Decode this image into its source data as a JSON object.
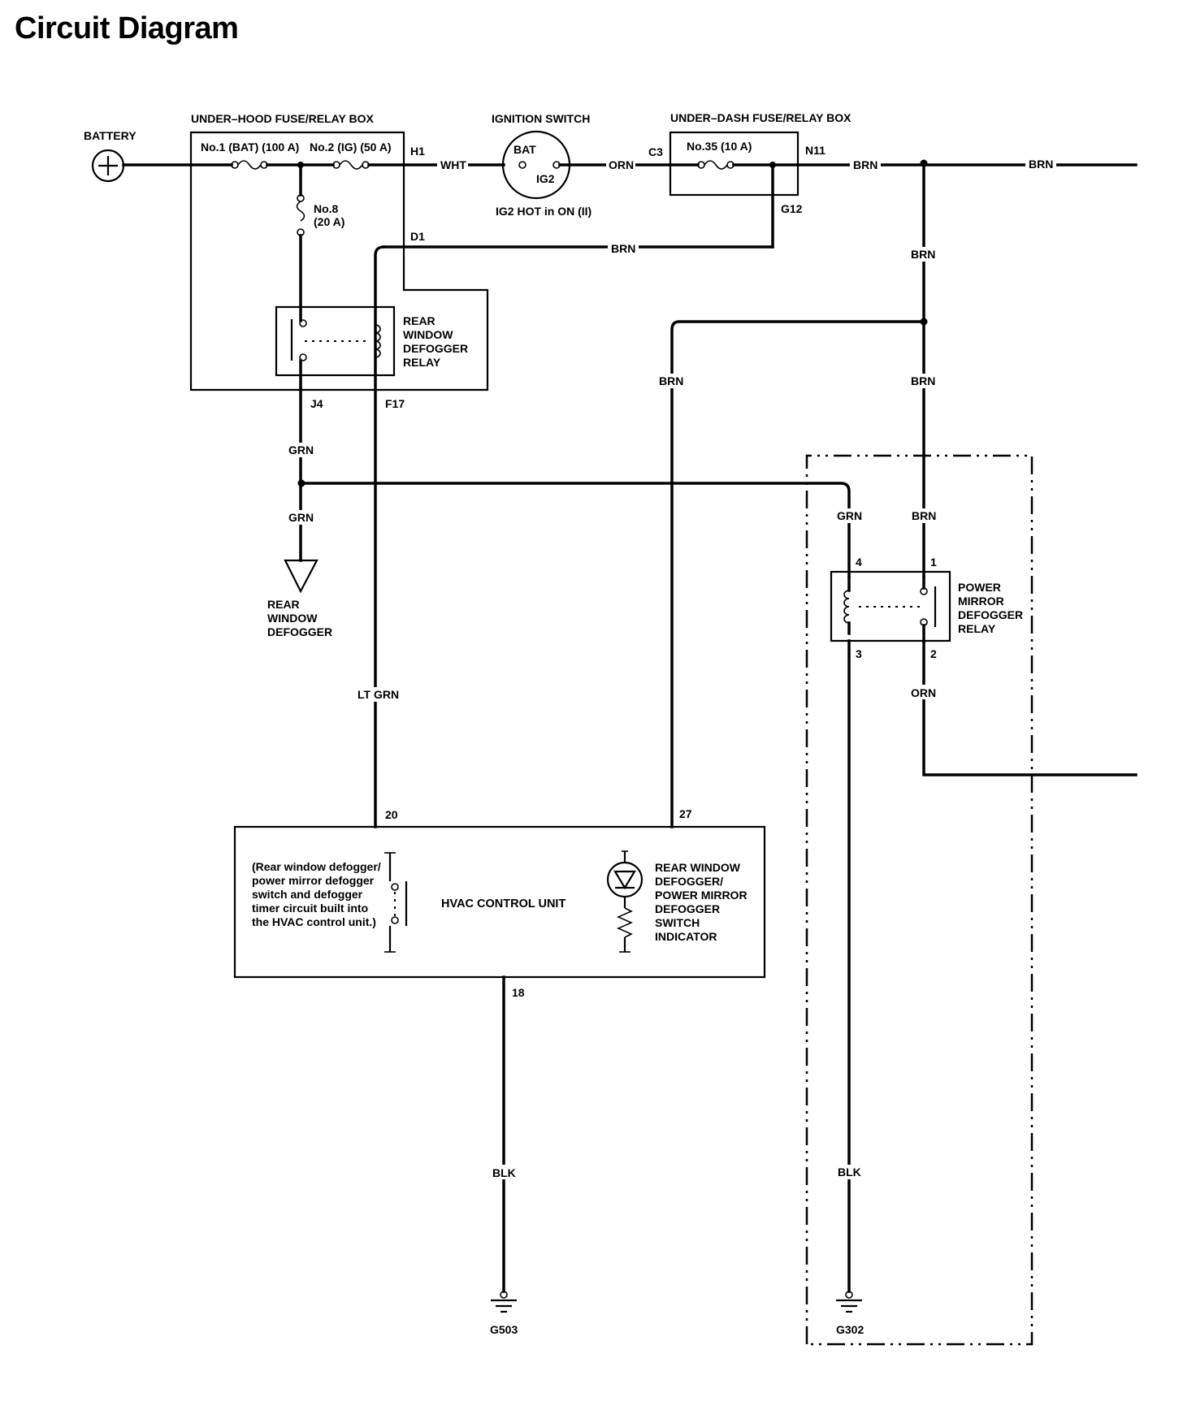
{
  "page": {
    "title": "Circuit Diagram"
  },
  "battery": {
    "label": "BATTERY"
  },
  "underhood": {
    "title": "UNDER–HOOD FUSE/RELAY BOX",
    "fuse1": "No.1 (BAT) (100 A)",
    "fuse2": "No.2 (IG) (50 A)",
    "fuse8_line1": "No.8",
    "fuse8_line2": "(20 A)",
    "term_h1": "H1",
    "term_d1": "D1",
    "term_j4": "J4",
    "term_f17": "F17"
  },
  "ignition": {
    "title": "IGNITION SWITCH",
    "bat": "BAT",
    "ig2": "IG2",
    "note": "IG2 HOT in ON (II)"
  },
  "underdash": {
    "title": "UNDER–DASH FUSE/RELAY BOX",
    "fuse35": "No.35 (10 A)",
    "term_c3": "C3",
    "term_n11": "N11",
    "term_g12": "G12"
  },
  "wires": {
    "wht": "WHT",
    "orn": "ORN",
    "brn": "BRN",
    "grn": "GRN",
    "lt_grn": "LT GRN",
    "blk": "BLK"
  },
  "rear_relay": {
    "line1": "REAR",
    "line2": "WINDOW",
    "line3": "DEFOGGER",
    "line4": "RELAY"
  },
  "rear_defogger": {
    "line1": "REAR",
    "line2": "WINDOW",
    "line3": "DEFOGGER"
  },
  "mirror_relay": {
    "line1": "POWER",
    "line2": "MIRROR",
    "line3": "DEFOGGER",
    "line4": "RELAY",
    "pin1": "1",
    "pin2": "2",
    "pin3": "3",
    "pin4": "4"
  },
  "hvac": {
    "title": "HVAC CONTROL UNIT",
    "pin20": "20",
    "pin27": "27",
    "pin18": "18",
    "note": [
      "(Rear window defogger/",
      "power mirror defogger",
      "switch and defogger",
      "timer circuit built into",
      "the HVAC control unit.)"
    ],
    "indicator": [
      "REAR WINDOW",
      "DEFOGGER/",
      "POWER MIRROR",
      "DEFOGGER",
      "SWITCH",
      "INDICATOR"
    ]
  },
  "grounds": {
    "g503": "G503",
    "g302": "G302"
  }
}
